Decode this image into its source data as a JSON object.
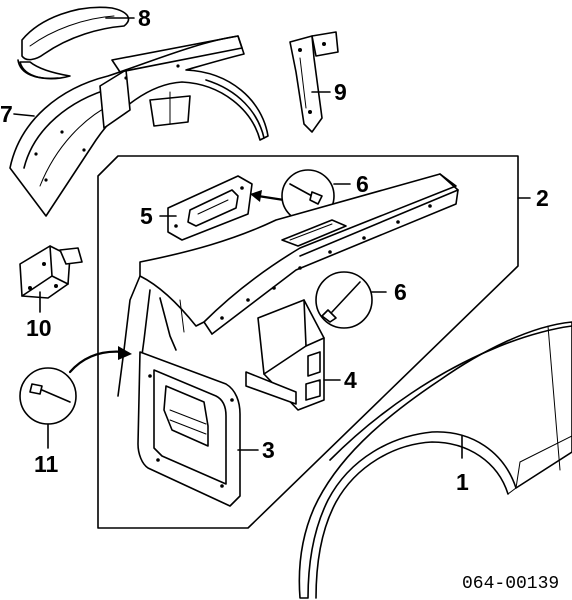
{
  "callouts": {
    "c1": "1",
    "c2": "2",
    "c3": "3",
    "c4": "4",
    "c5": "5",
    "c6a": "6",
    "c6b": "6",
    "c7": "7",
    "c8": "8",
    "c9": "9",
    "c10": "10",
    "c11": "11"
  },
  "reference_number": "064-00139"
}
